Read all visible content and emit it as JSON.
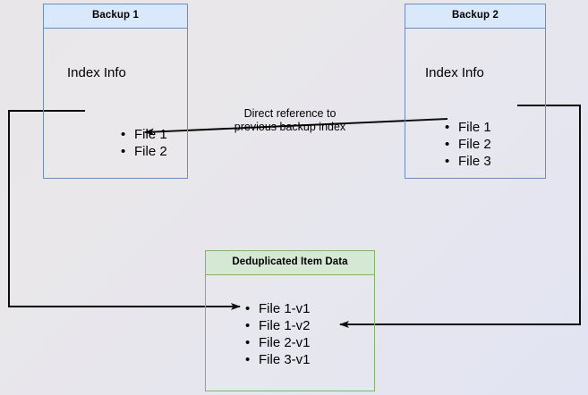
{
  "diagram": {
    "title": "Backup deduplication index reference diagram",
    "background_gradient": [
      "#e8e6e8",
      "#e2e4f3"
    ],
    "nodes": {
      "backup1": {
        "header": "Backup 1",
        "body_label": "Index Info",
        "items": [
          "File 1",
          "File 2"
        ],
        "border_color": "#6c8ebf",
        "header_fill": "#dae8fc"
      },
      "backup2": {
        "header": "Backup 2",
        "body_label": "Index Info",
        "items": [
          "File 1",
          "File 2",
          "File 3"
        ],
        "border_color": "#6c8ebf",
        "header_fill": "#dae8fc"
      },
      "dedup": {
        "header": "Deduplicated Item Data",
        "items": [
          "File 1-v1",
          "File 1-v2",
          "File 2-v1",
          "File 3-v1"
        ],
        "border_color": "#82b366",
        "header_fill": "#d5e8d4"
      }
    },
    "annotations": {
      "direct_reference": "Direct reference to\nprevious backup index"
    },
    "edges": [
      {
        "name": "backup2-index-to-backup1-index",
        "label": "Direct reference to previous backup index",
        "from": "backup2.items.File 2",
        "to": "backup1.items.File 2",
        "arrow": "end",
        "color": "#000000"
      },
      {
        "name": "backup1-index-to-dedup-data",
        "from": "backup1.items.File 1",
        "to": "dedup.items.File 1-v1",
        "arrow": "end",
        "color": "#000000"
      },
      {
        "name": "backup2-index-to-dedup-data",
        "from": "backup2.items.File 1",
        "to": "dedup.items.File 1-v2",
        "arrow": "end",
        "color": "#000000"
      }
    ]
  }
}
